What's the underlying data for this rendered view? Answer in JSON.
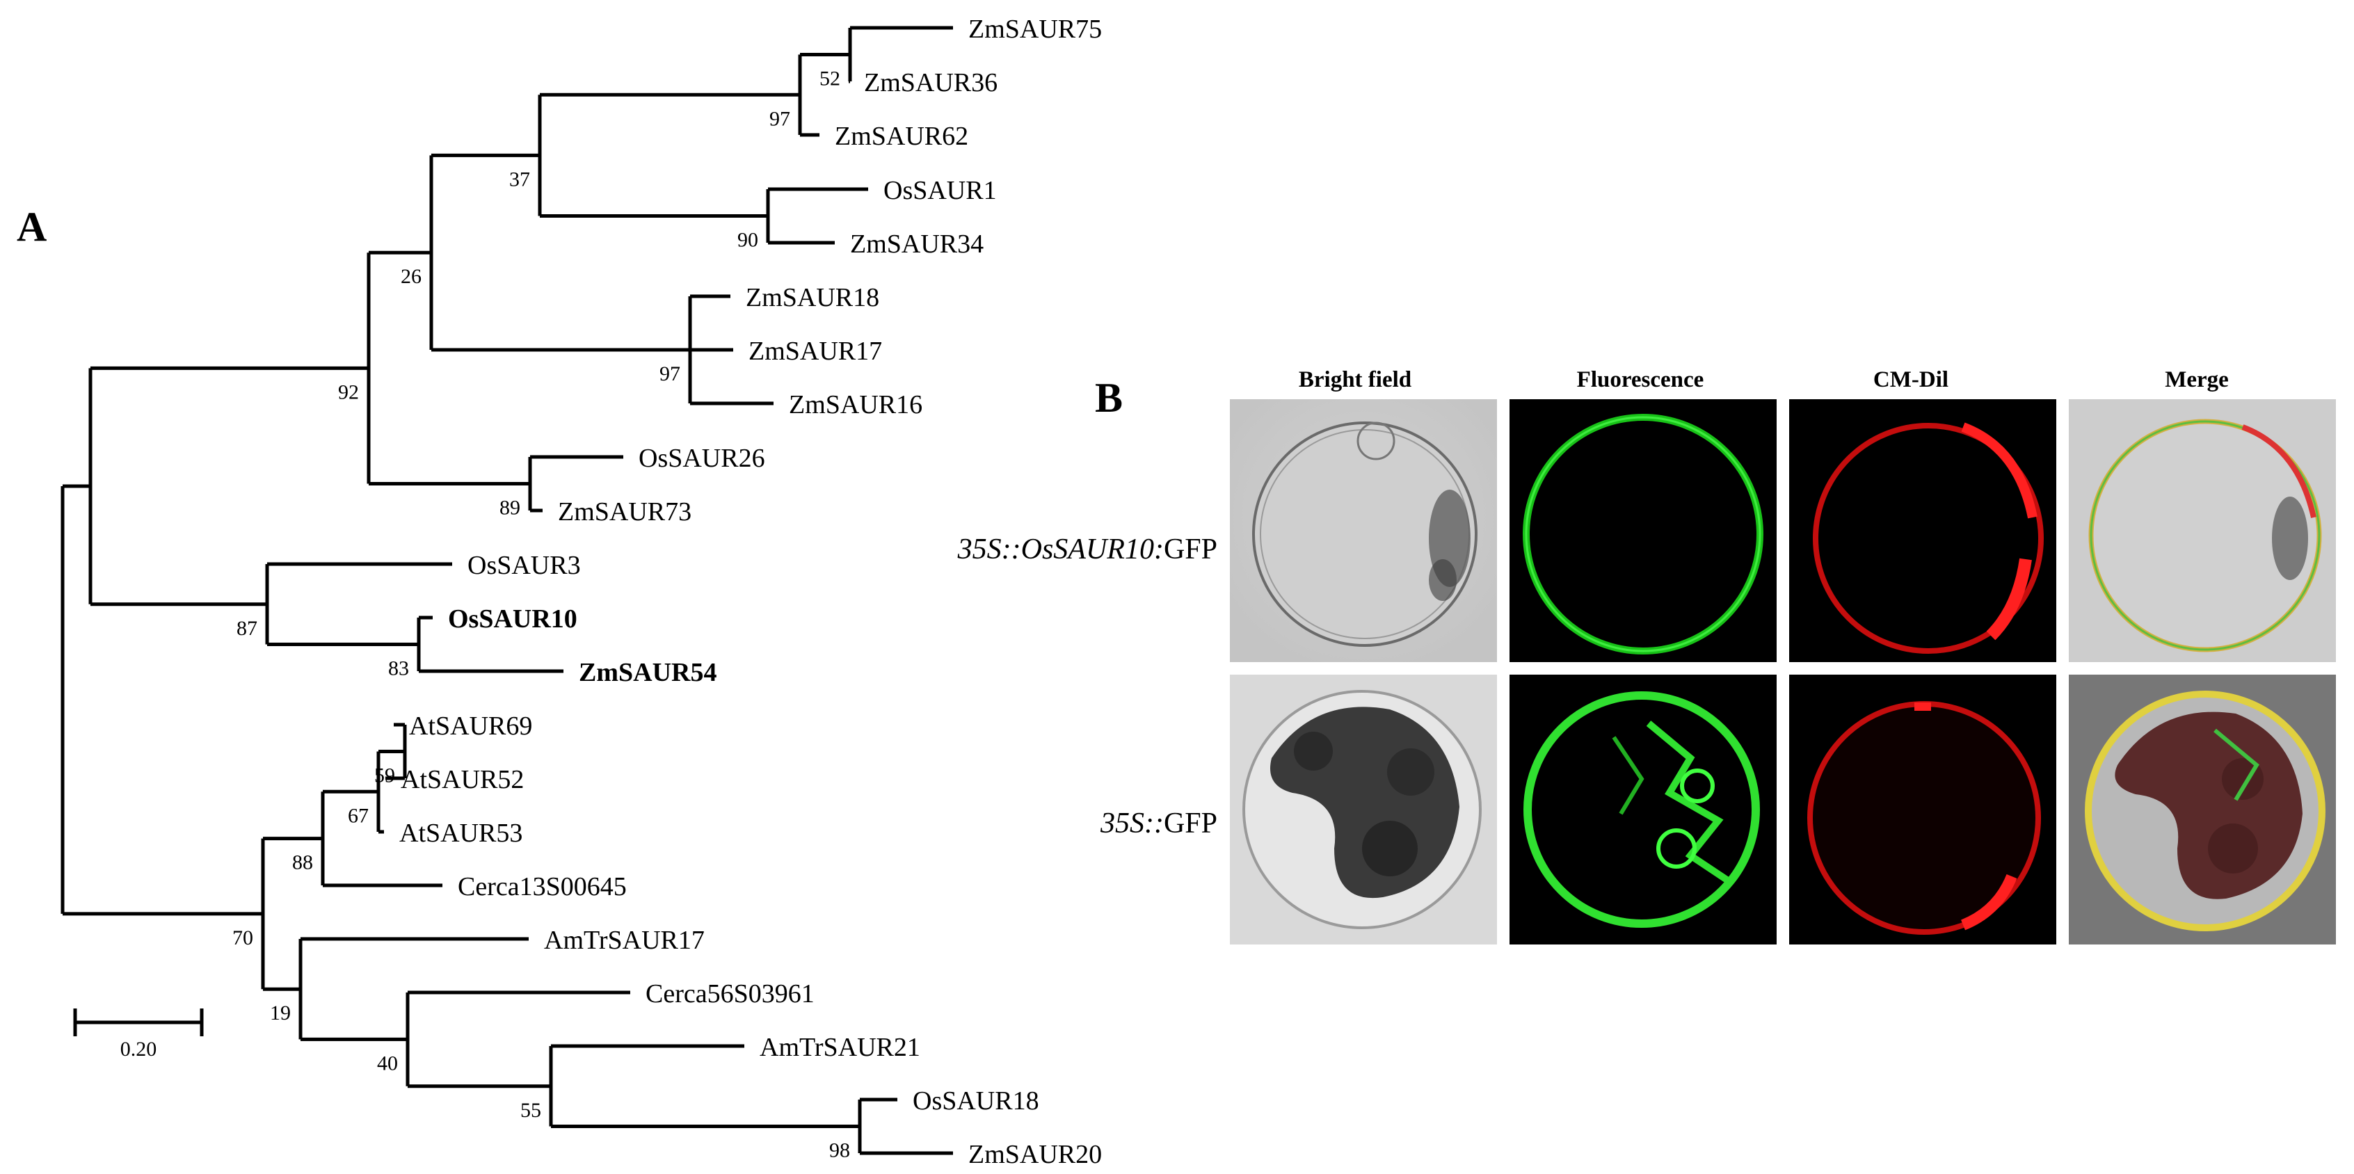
{
  "panels": {
    "a": "A",
    "b": "B"
  },
  "tree": {
    "leaves": [
      {
        "label": "ZmSAUR75",
        "bold": false
      },
      {
        "label": "ZmSAUR36",
        "bold": false
      },
      {
        "label": "ZmSAUR62",
        "bold": false
      },
      {
        "label": "OsSAUR1",
        "bold": false
      },
      {
        "label": "ZmSAUR34",
        "bold": false
      },
      {
        "label": "ZmSAUR18",
        "bold": false
      },
      {
        "label": "ZmSAUR17",
        "bold": false
      },
      {
        "label": "ZmSAUR16",
        "bold": false
      },
      {
        "label": "OsSAUR26",
        "bold": false
      },
      {
        "label": "ZmSAUR73",
        "bold": false
      },
      {
        "label": "OsSAUR3",
        "bold": false
      },
      {
        "label": "OsSAUR10",
        "bold": true
      },
      {
        "label": "ZmSAUR54",
        "bold": true
      },
      {
        "label": "AtSAUR69",
        "bold": false
      },
      {
        "label": "AtSAUR52",
        "bold": false
      },
      {
        "label": "AtSAUR53",
        "bold": false
      },
      {
        "label": "Cerca13S00645",
        "bold": false
      },
      {
        "label": "AmTrSAUR17",
        "bold": false
      },
      {
        "label": "Cerca56S03961",
        "bold": false
      },
      {
        "label": "AmTrSAUR21",
        "bold": false
      },
      {
        "label": "OsSAUR18",
        "bold": false
      },
      {
        "label": "ZmSAUR20",
        "bold": false
      }
    ],
    "bootstrap": [
      "52",
      "97",
      "37",
      "90",
      "26",
      "97",
      "92",
      "89",
      "87",
      "83",
      "59",
      "67",
      "88",
      "70",
      "19",
      "40",
      "55",
      "98"
    ],
    "scale_bar": "0.20"
  },
  "microscopy": {
    "columns": [
      "Bright field",
      "Fluorescence",
      "CM-Dil",
      "Merge"
    ],
    "rows": [
      {
        "italic": "35S::OsSAUR10:",
        "plain": "GFP"
      },
      {
        "italic": "35S::",
        "plain": "GFP"
      }
    ]
  },
  "colors": {
    "gfp": "#22dd22",
    "dye": "#ee1111",
    "line": "#000000"
  }
}
